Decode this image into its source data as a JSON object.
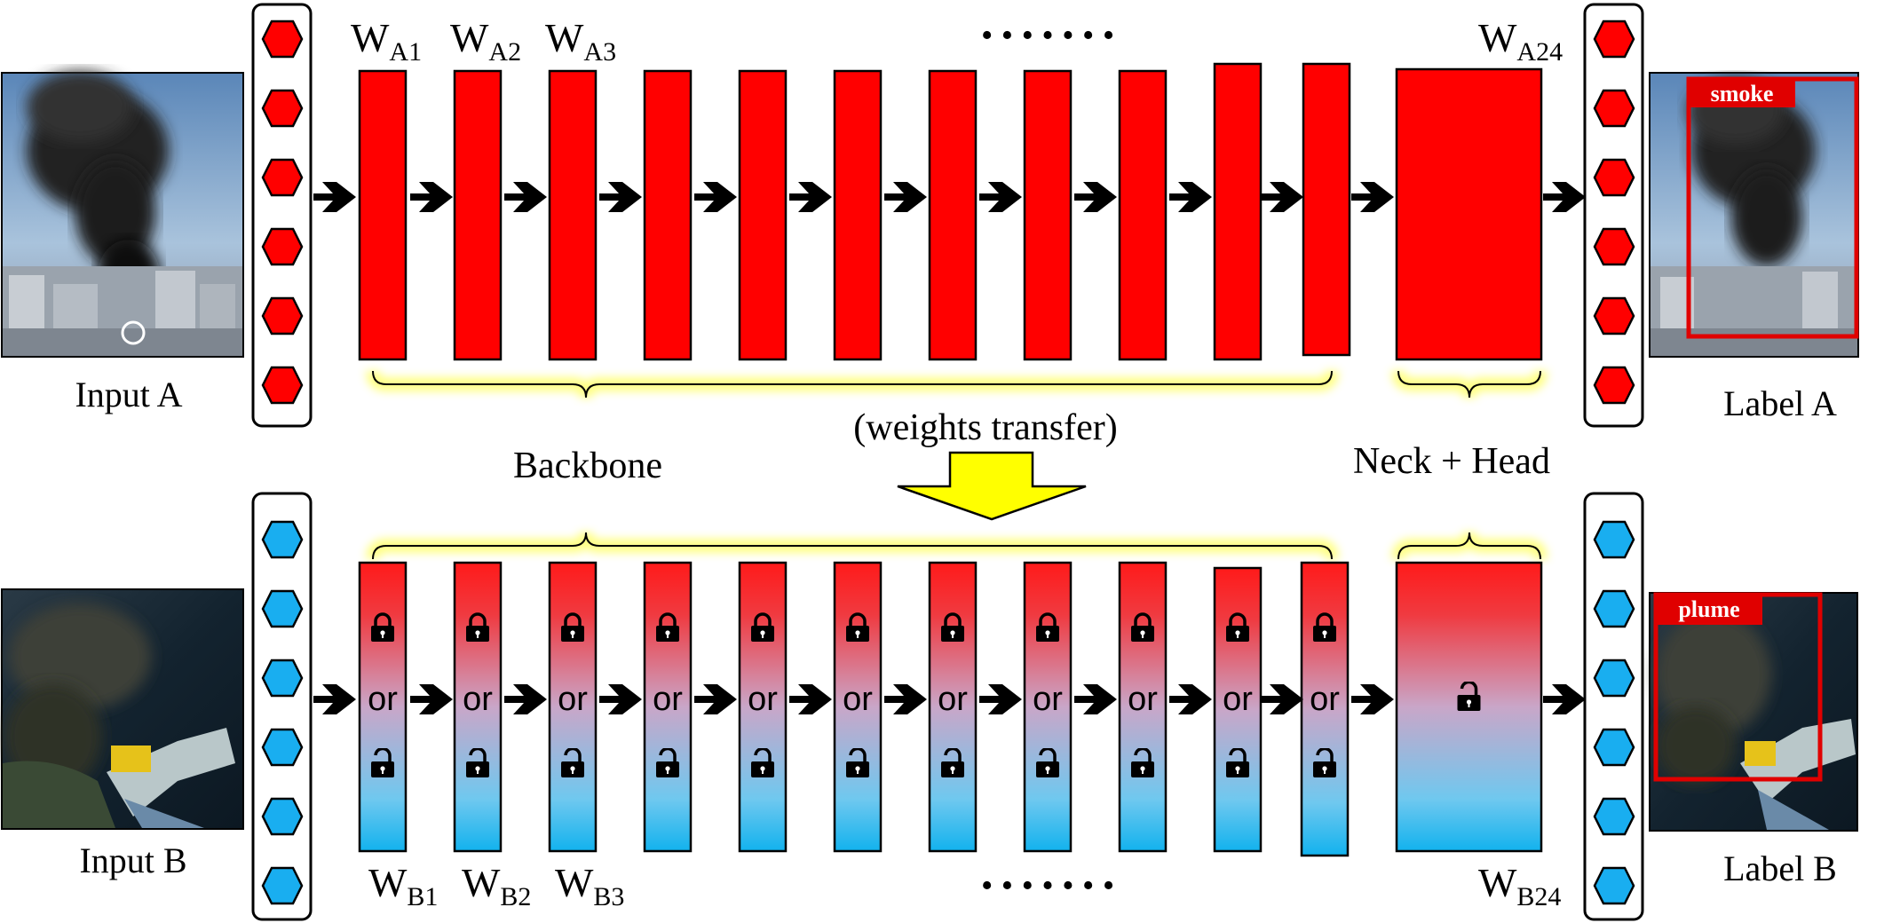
{
  "top": {
    "input_label": "Input A",
    "output_label": "Label A",
    "weight_labels": [
      {
        "base": "W",
        "sub": "A1"
      },
      {
        "base": "W",
        "sub": "A2"
      },
      {
        "base": "W",
        "sub": "A3"
      }
    ],
    "last_weight": {
      "base": "W",
      "sub": "A24"
    },
    "ellipsis": "• • • • • • •",
    "detection_tag": "smoke",
    "block_color": "#ff0000",
    "node_color": "#ff0000"
  },
  "middle": {
    "transfer_text": "(weights transfer)",
    "backbone_label": "Backbone",
    "neck_head_label": "Neck + Head",
    "arrow_color": "#ffff00"
  },
  "bottom": {
    "input_label": "Input B",
    "output_label": "Label B",
    "weight_labels": [
      {
        "base": "W",
        "sub": "B1"
      },
      {
        "base": "W",
        "sub": "B2"
      },
      {
        "base": "W",
        "sub": "B3"
      }
    ],
    "last_weight": {
      "base": "W",
      "sub": "B24"
    },
    "ellipsis": "• • • • • • •",
    "or_text": "or",
    "detection_tag": "plume",
    "gradient_top": "#ff1a1a",
    "gradient_bottom": "#19b4ee",
    "node_color": "#19aef0"
  },
  "icons": {
    "locked": "lock-icon",
    "unlocked": "unlock-icon"
  },
  "bracket_glow_color": "#ffff66"
}
